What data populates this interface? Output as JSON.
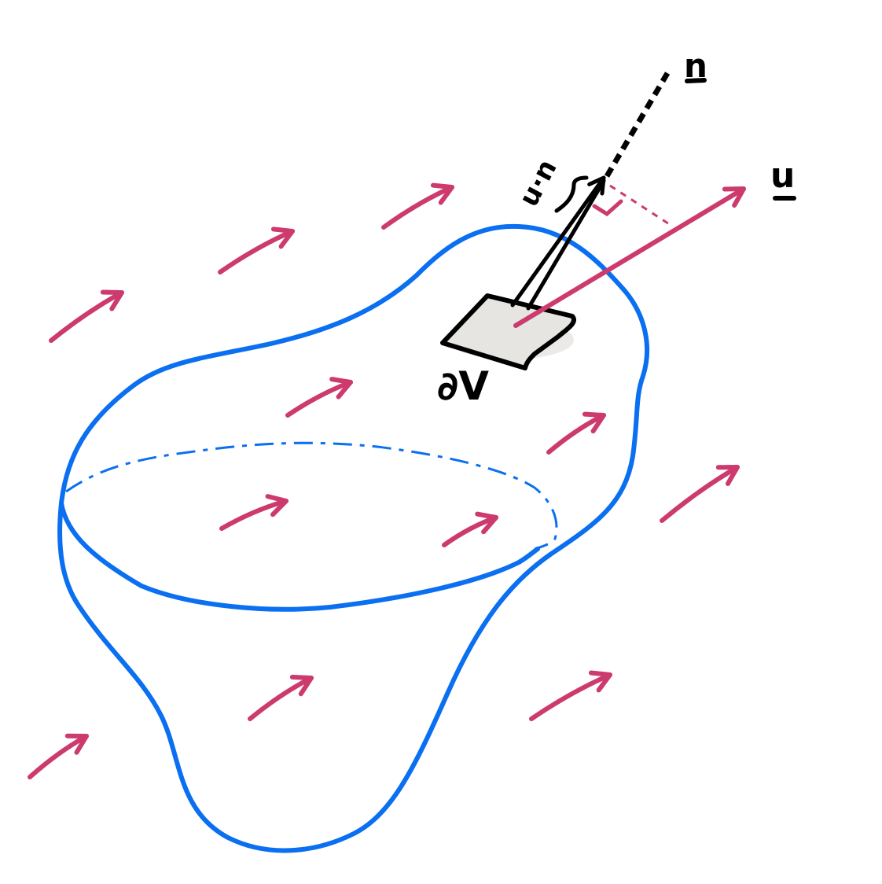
{
  "colors": {
    "surface": "#0a6ff0",
    "flow": "#cc3a6e",
    "ink": "#000000",
    "patch": "#e6e5e2"
  },
  "labels": {
    "normal": "n",
    "velocity": "u",
    "dot_product": "u·n",
    "surface": "∂V"
  },
  "flow_arrow_count": 11
}
